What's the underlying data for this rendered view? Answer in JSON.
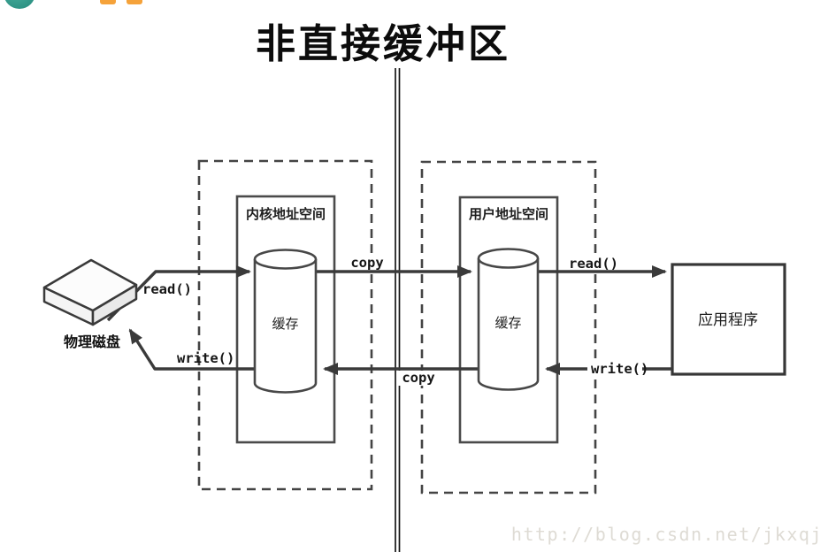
{
  "page": {
    "title": "非直接缓冲区",
    "watermark": "http://blog.csdn.net/jkxqj"
  },
  "diagram": {
    "disk": {
      "label": "物理磁盘"
    },
    "kernel_space": {
      "label": "内核地址空间",
      "buffer_label": "缓存"
    },
    "user_space": {
      "label": "用户地址空间",
      "buffer_label": "缓存"
    },
    "application": {
      "label": "应用程序"
    },
    "arrow_labels": {
      "disk_read": "read()",
      "disk_write": "write()",
      "copy_read_direction": "copy",
      "copy_write_direction": "copy",
      "app_read": "read()",
      "app_write": "write()"
    }
  },
  "colors": {
    "line": "#3a3a3a",
    "logo_teal": "#2f9f90",
    "logo_orange": "#f5a23a",
    "watermark_gray": "#dedbd4"
  }
}
